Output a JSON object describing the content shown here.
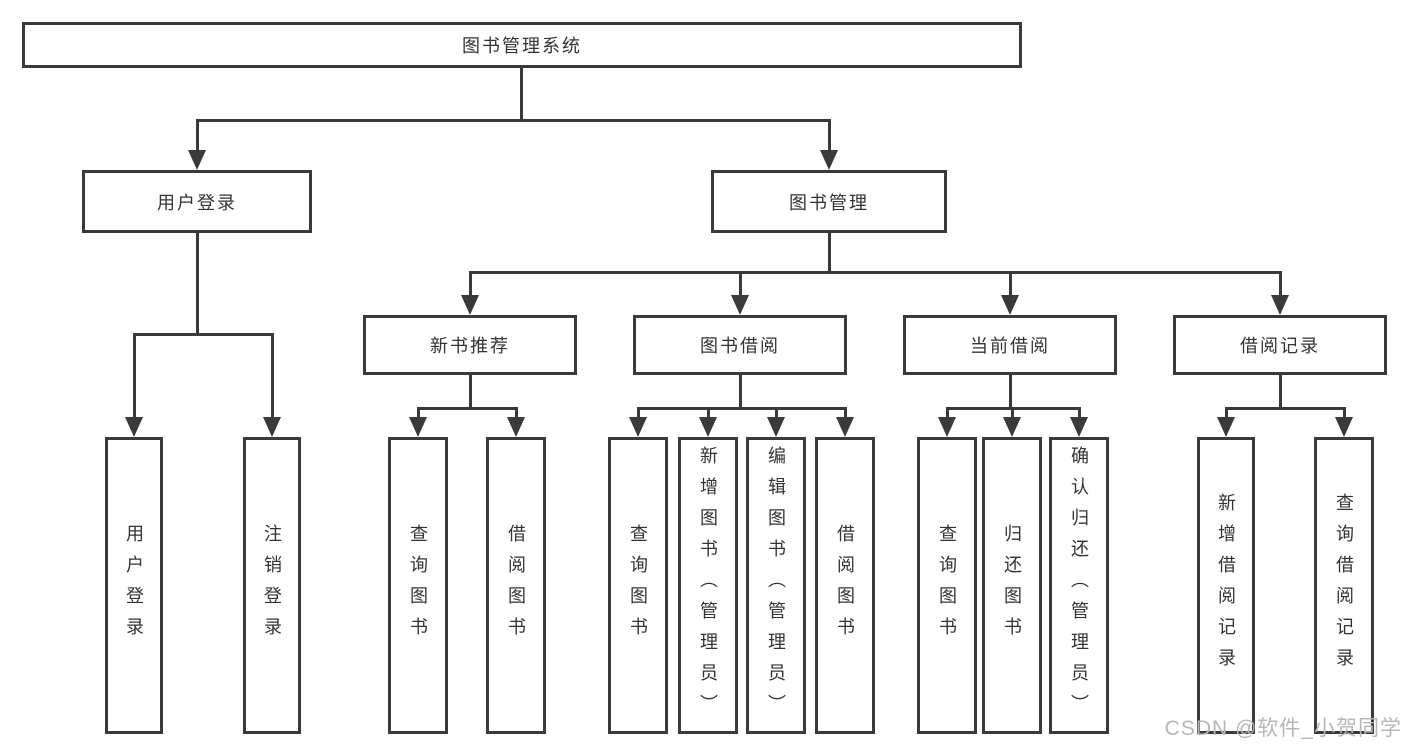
{
  "diagram": {
    "root": {
      "label": "图书管理系统"
    },
    "branches": [
      {
        "label": "用户登录",
        "children": [
          {
            "label": "用户登录"
          },
          {
            "label": "注销登录"
          }
        ]
      },
      {
        "label": "图书管理",
        "children": [
          {
            "label": "新书推荐",
            "children": [
              {
                "label": "查询图书"
              },
              {
                "label": "借阅图书"
              }
            ]
          },
          {
            "label": "图书借阅",
            "children": [
              {
                "label": "查询图书"
              },
              {
                "label": "新增图书（管理员）"
              },
              {
                "label": "编辑图书（管理员）"
              },
              {
                "label": "借阅图书"
              }
            ]
          },
          {
            "label": "当前借阅",
            "children": [
              {
                "label": "查询图书"
              },
              {
                "label": "归还图书"
              },
              {
                "label": "确认归还（管理员）"
              }
            ]
          },
          {
            "label": "借阅记录",
            "children": [
              {
                "label": "新增借阅记录"
              },
              {
                "label": "查询借阅记录"
              }
            ]
          }
        ]
      }
    ]
  },
  "watermark": {
    "text": "CSDN @软件_小贺同学"
  },
  "colors": {
    "line": "#3a3a3a",
    "text": "#333333",
    "background": "#ffffff",
    "watermark": "#b7b7b7"
  }
}
